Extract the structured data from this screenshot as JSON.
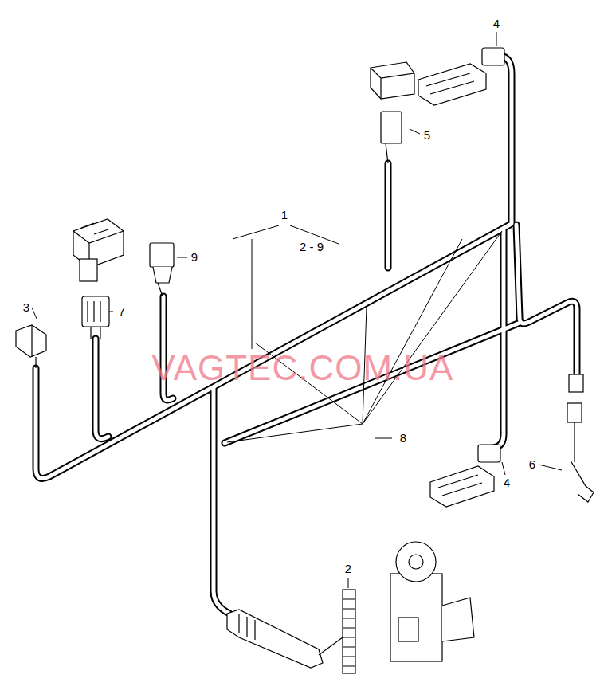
{
  "diagram": {
    "labels": [
      "4",
      "5",
      "1",
      "2 - 9",
      "9",
      "3",
      "7",
      "VAGTEC.COM.UA",
      "8",
      "6",
      "4",
      "2"
    ]
  }
}
